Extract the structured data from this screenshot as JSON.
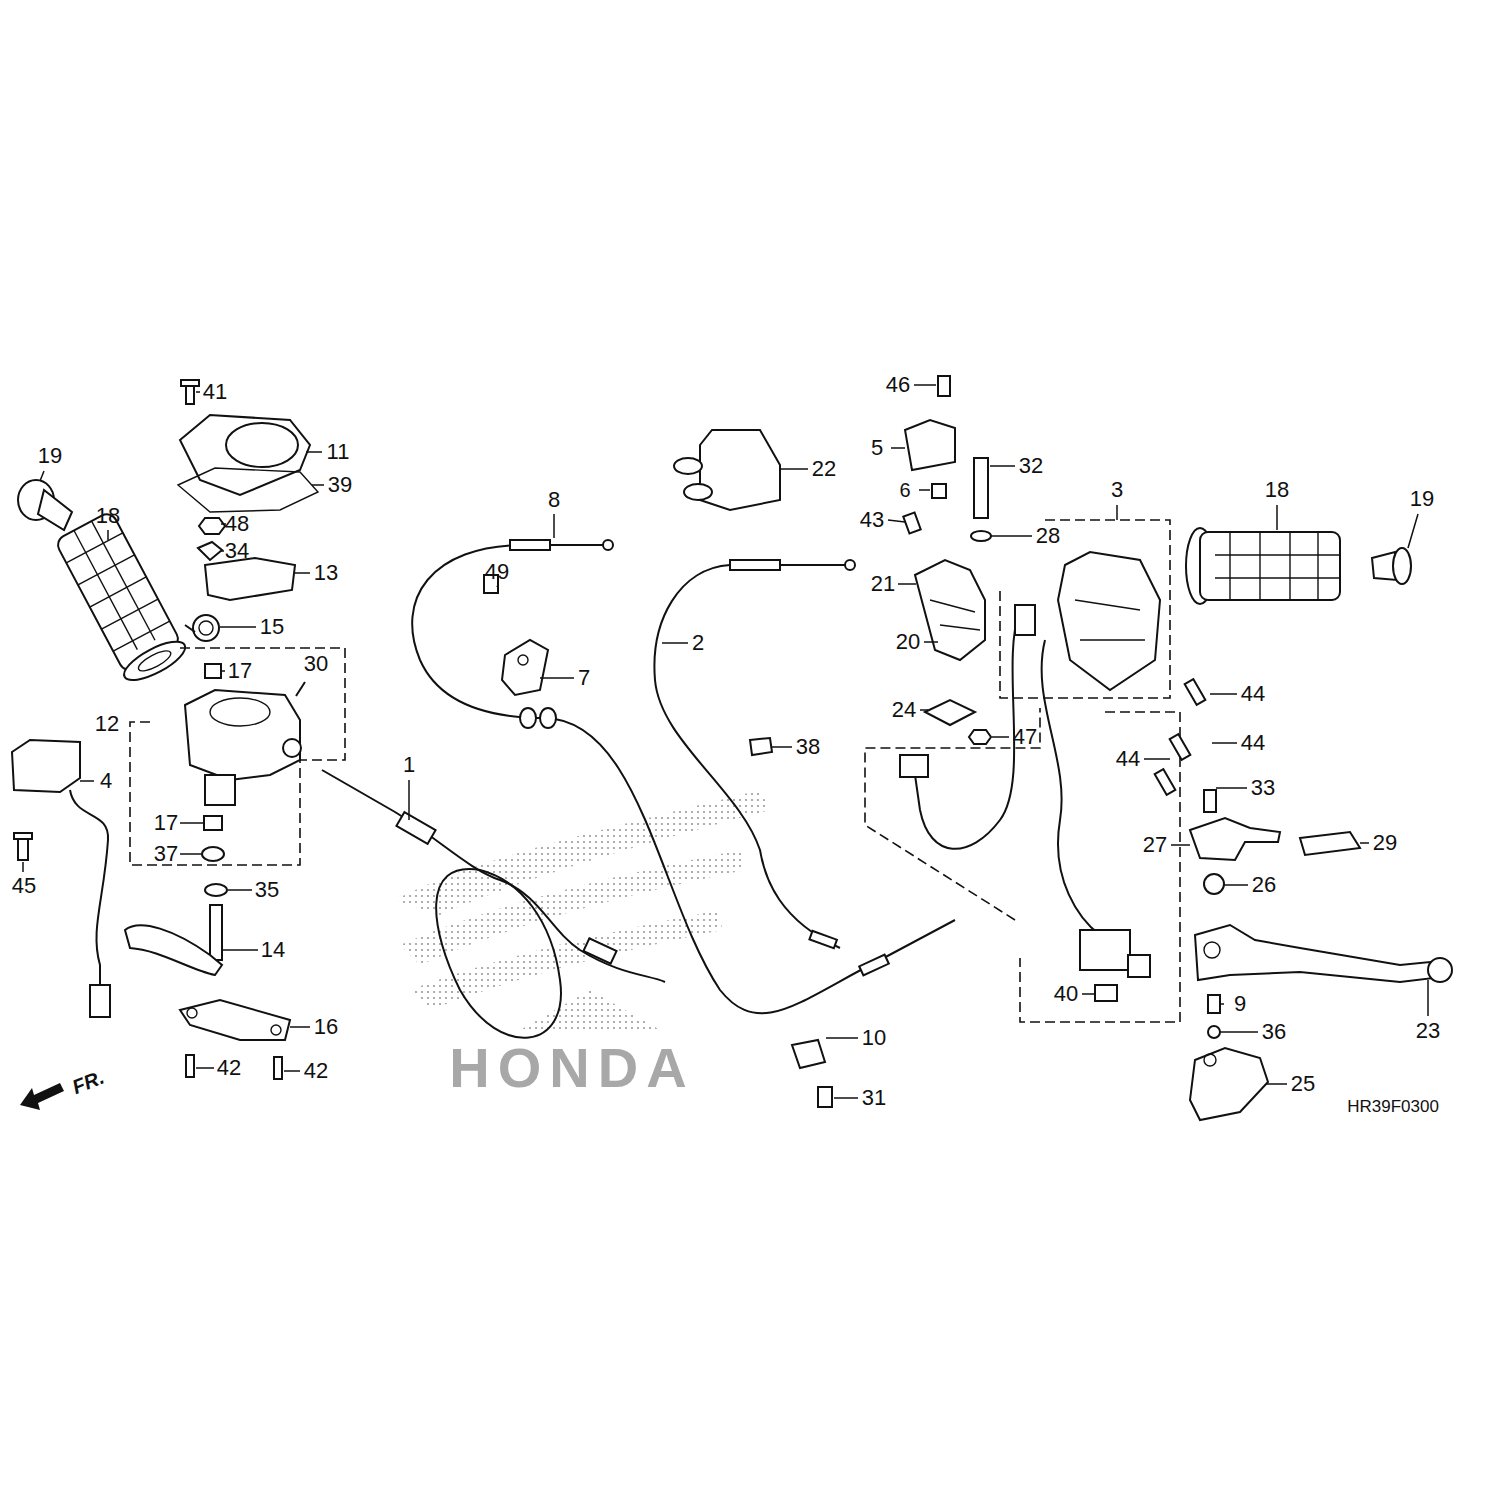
{
  "diagram": {
    "labels": [
      "19",
      "18",
      "41",
      "11",
      "39",
      "48",
      "34",
      "13",
      "15",
      "30",
      "17",
      "12",
      "4",
      "17",
      "37",
      "45",
      "35",
      "14",
      "16",
      "42",
      "42",
      "FR.",
      "8",
      "49",
      "7",
      "2",
      "1",
      "22",
      "HONDA",
      "10",
      "31",
      "46",
      "5",
      "6",
      "32",
      "43",
      "28",
      "21",
      "3",
      "18",
      "19",
      "20",
      "24",
      "47",
      "38",
      "44",
      "44",
      "44",
      "33",
      "27",
      "29",
      "26",
      "40",
      "9",
      "36",
      "23",
      "25",
      "HR39F0300"
    ]
  }
}
